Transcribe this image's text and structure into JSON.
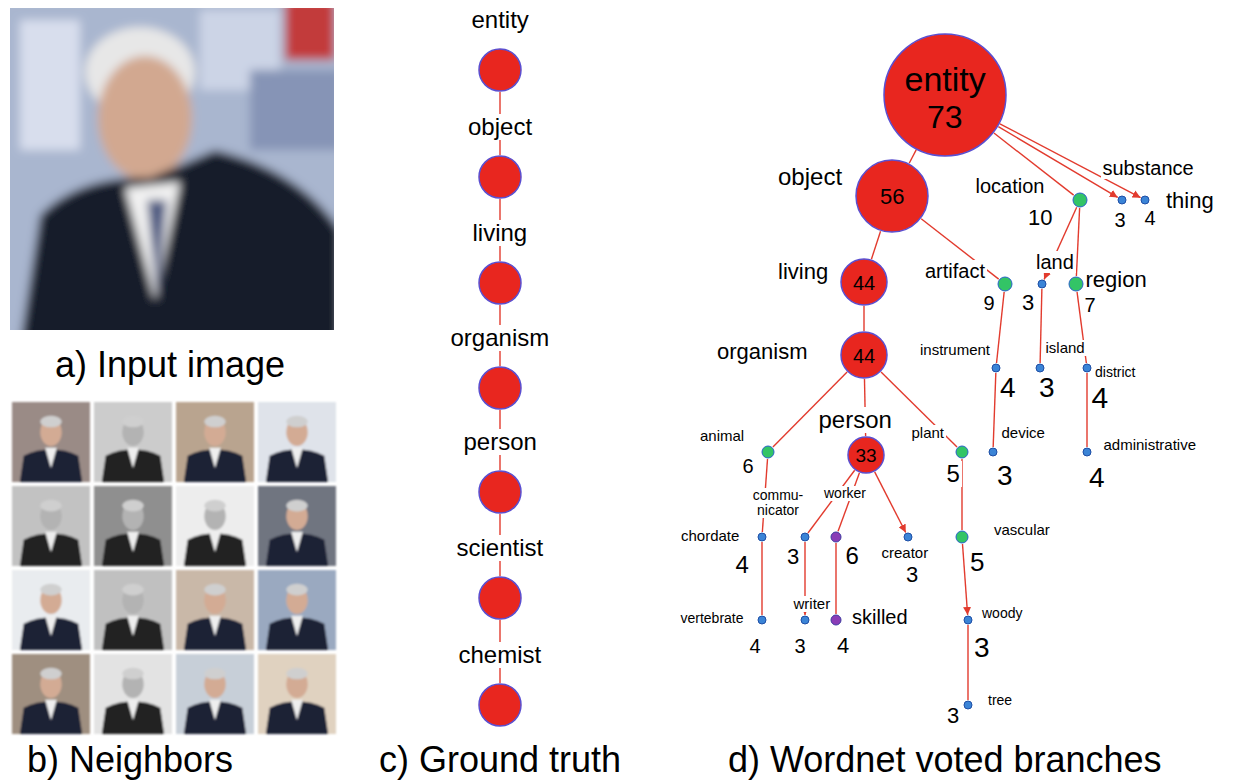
{
  "diagram": {
    "nodes": [
      {
        "text": [
          "entity"
        ]
      },
      {
        "text": [
          "object"
        ]
      },
      {
        "text": [
          "living"
        ]
      },
      {
        "text": [
          "organism"
        ]
      },
      {
        "text": [
          "person"
        ]
      },
      {
        "text": [
          "scientist"
        ]
      },
      {
        "text": [
          "chemist"
        ]
      },
      {
        "text": [
          "entity",
          "73"
        ]
      },
      {
        "text": [
          "object",
          "56"
        ]
      },
      {
        "text": [
          "living",
          "44"
        ]
      },
      {
        "text": [
          "organism",
          "44"
        ]
      },
      {
        "text": [
          "person",
          "33"
        ]
      },
      {
        "text": [
          "location",
          "10"
        ]
      },
      {
        "text": [
          "substance",
          "3"
        ]
      },
      {
        "text": [
          "thing",
          "4"
        ]
      },
      {
        "text": [
          "artifact",
          "9"
        ]
      },
      {
        "text": [
          "land",
          "3"
        ]
      },
      {
        "text": [
          "region",
          "7"
        ]
      },
      {
        "text": [
          "instrument",
          "4"
        ]
      },
      {
        "text": [
          "island",
          "3"
        ]
      },
      {
        "text": [
          "district",
          "4"
        ]
      },
      {
        "text": [
          "device",
          "3"
        ]
      },
      {
        "text": [
          "administrative",
          "4"
        ]
      },
      {
        "text": [
          "animal",
          "6"
        ]
      },
      {
        "text": [
          "plant",
          "5"
        ]
      },
      {
        "text": [
          "commu- nicator",
          "3"
        ]
      },
      {
        "text": [
          "worker",
          "6"
        ]
      },
      {
        "text": [
          "creator",
          "3"
        ]
      },
      {
        "text": [
          "chordate",
          "4"
        ]
      },
      {
        "text": [
          "vascular",
          "5"
        ]
      },
      {
        "text": [
          "vertebrate",
          "4"
        ]
      },
      {
        "text": [
          "writer",
          "3"
        ]
      },
      {
        "text": [
          "skilled",
          "4"
        ]
      },
      {
        "text": [
          "woody",
          "3"
        ]
      },
      {
        "text": [
          "tree",
          "3"
        ]
      }
    ],
    "edges": [
      {
        "from": 0,
        "to": 1,
        "arrow": "none"
      },
      {
        "from": 1,
        "to": 2,
        "arrow": "none"
      },
      {
        "from": 2,
        "to": 3,
        "arrow": "none"
      },
      {
        "from": 3,
        "to": 4,
        "arrow": "none"
      },
      {
        "from": 4,
        "to": 5,
        "arrow": "none"
      },
      {
        "from": 5,
        "to": 6,
        "arrow": "none"
      },
      {
        "from": 7,
        "to": 8,
        "arrow": "none"
      },
      {
        "from": 7,
        "to": 12,
        "arrow": "none"
      },
      {
        "from": 7,
        "to": 13,
        "arrow": "to"
      },
      {
        "from": 7,
        "to": 14,
        "arrow": "to"
      },
      {
        "from": 8,
        "to": 9,
        "arrow": "none"
      },
      {
        "from": 8,
        "to": 15,
        "arrow": "none"
      },
      {
        "from": 12,
        "to": 16,
        "arrow": "to"
      },
      {
        "from": 12,
        "to": 17,
        "arrow": "none"
      },
      {
        "from": 9,
        "to": 10,
        "arrow": "none"
      },
      {
        "from": 10,
        "to": 23,
        "arrow": "none"
      },
      {
        "from": 10,
        "to": 11,
        "arrow": "none"
      },
      {
        "from": 10,
        "to": 24,
        "arrow": "none"
      },
      {
        "from": 15,
        "to": 18,
        "arrow": "none"
      },
      {
        "from": 16,
        "to": 19,
        "arrow": "none"
      },
      {
        "from": 17,
        "to": 20,
        "arrow": "none"
      },
      {
        "from": 18,
        "to": 21,
        "arrow": "none"
      },
      {
        "from": 20,
        "to": 22,
        "arrow": "none"
      },
      {
        "from": 11,
        "to": 25,
        "arrow": "none"
      },
      {
        "from": 11,
        "to": 26,
        "arrow": "none"
      },
      {
        "from": 11,
        "to": 27,
        "arrow": "to"
      },
      {
        "from": 23,
        "to": 28,
        "arrow": "none"
      },
      {
        "from": 28,
        "to": 30,
        "arrow": "none"
      },
      {
        "from": 25,
        "to": 31,
        "arrow": "to"
      },
      {
        "from": 26,
        "to": 32,
        "arrow": "none"
      },
      {
        "from": 24,
        "to": 29,
        "arrow": "none"
      },
      {
        "from": 29,
        "to": 33,
        "arrow": "to"
      },
      {
        "from": 33,
        "to": 34,
        "arrow": "none"
      }
    ],
    "labels": [
      "a) Input image",
      "b) Neighbors",
      "c) Ground truth",
      "d) Wordnet voted branches"
    ]
  }
}
